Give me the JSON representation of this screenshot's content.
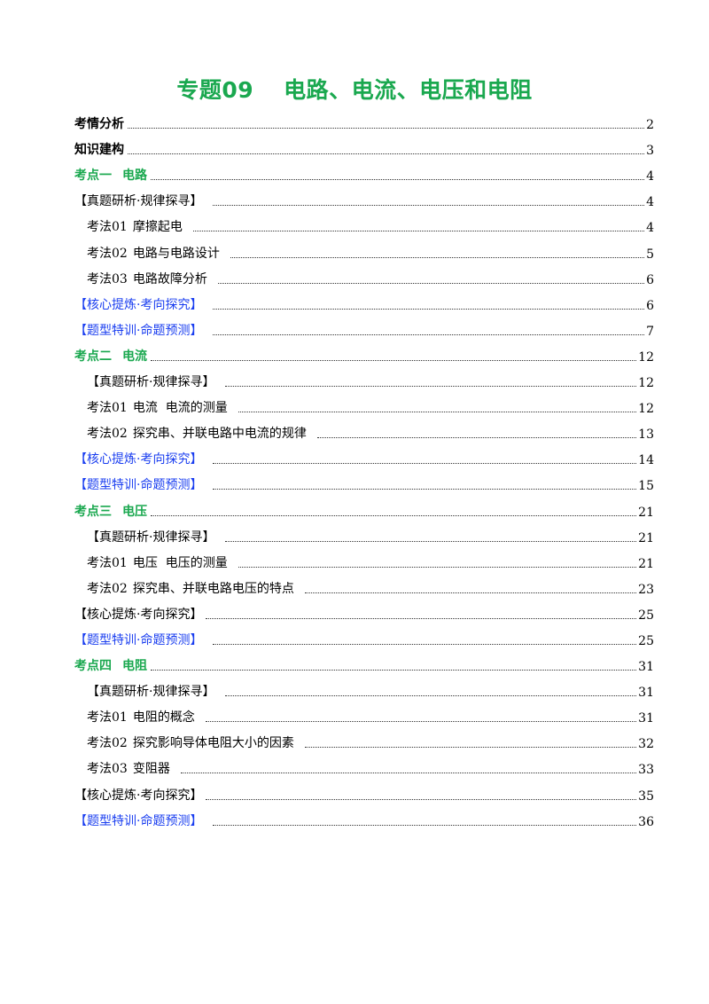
{
  "document": {
    "title_number": "专题09",
    "title_text": "电路、电流、电压和电阻"
  },
  "toc": [
    {
      "label": "考情分析",
      "page": "2"
    },
    {
      "label": "知识建构",
      "page": "3"
    },
    {
      "label": "考点一",
      "label2": "电路",
      "page": "4"
    },
    {
      "label": "【真题研析·规律探寻】",
      "page": "4"
    },
    {
      "label": "考法01",
      "label2": "摩擦起电",
      "page": "4"
    },
    {
      "label": "考法02",
      "label2": "电路与电路设计",
      "page": "5"
    },
    {
      "label": "考法03",
      "label2": "电路故障分析",
      "page": "6"
    },
    {
      "label": "【核心提炼·考向探究】",
      "page": "6"
    },
    {
      "label": "【题型特训·命题预测】",
      "page": "7"
    },
    {
      "label": "考点二",
      "label2": "电流",
      "page": "12"
    },
    {
      "label": "【真题研析·规律探寻】",
      "page": "12"
    },
    {
      "label": "考法01",
      "label2": "电流  电流的测量",
      "page": "12"
    },
    {
      "label": "考法02",
      "label2": "探究串、并联电路中电流的规律",
      "page": "13"
    },
    {
      "label": "【核心提炼·考向探究】",
      "page": "14"
    },
    {
      "label": "【题型特训·命题预测】",
      "page": "15"
    },
    {
      "label": "考点三",
      "label2": "电压",
      "page": "21"
    },
    {
      "label": "【真题研析·规律探寻】",
      "page": "21"
    },
    {
      "label": "考法01",
      "label2": "电压  电压的测量",
      "page": "21"
    },
    {
      "label": "考法02",
      "label2": "探究串、并联电路电压的特点",
      "page": "23"
    },
    {
      "label": "【核心提炼·考向探究】",
      "page": "25"
    },
    {
      "label": "【题型特训·命题预测】",
      "page": "25"
    },
    {
      "label": "考点四",
      "label2": "电阻",
      "page": "31"
    },
    {
      "label": "【真题研析·规律探寻】",
      "page": "31"
    },
    {
      "label": "考法01",
      "label2": "电阻的概念",
      "page": "31"
    },
    {
      "label": "考法02",
      "label2": "探究影响导体电阻大小的因素",
      "page": "32"
    },
    {
      "label": "考法03",
      "label2": "变阻器",
      "page": "33"
    },
    {
      "label": "【核心提炼·考向探究】",
      "page": "35"
    },
    {
      "label": "【题型特训·命题预测】",
      "page": "36"
    }
  ]
}
